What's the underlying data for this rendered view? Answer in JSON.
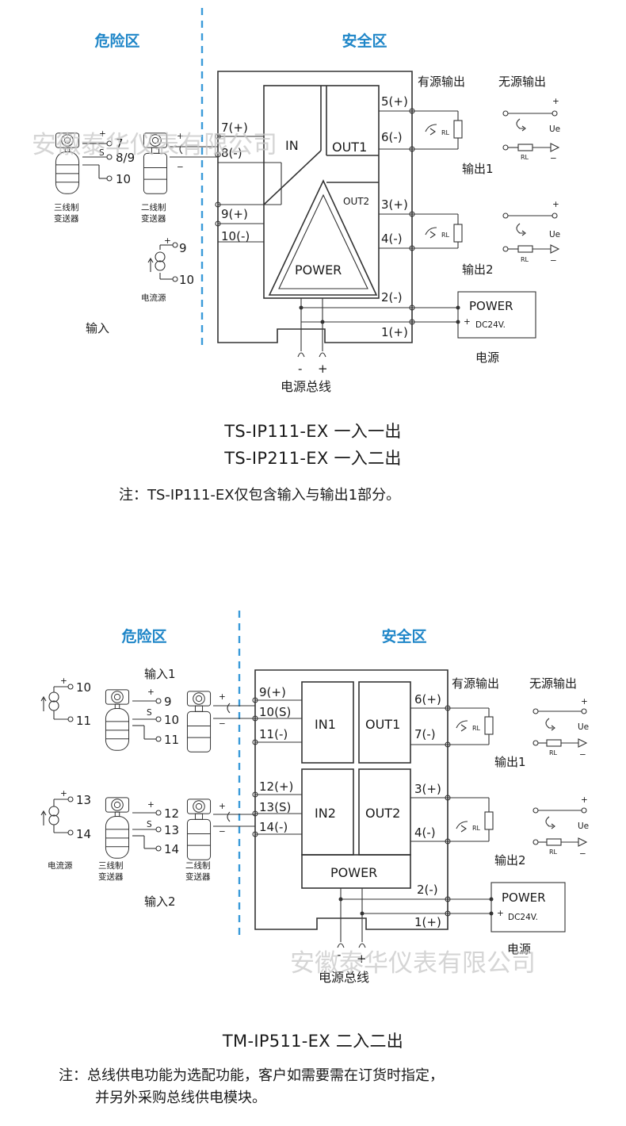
{
  "diagram1": {
    "hazard_zone": "危险区",
    "safe_zone": "安全区",
    "left": {
      "plus1": "+",
      "s": "S",
      "t7": "7",
      "t89": "8/9",
      "t10": "10",
      "three_wire": [
        "三线制",
        "变送器"
      ],
      "two_wire": [
        "二线制",
        "变送器"
      ],
      "tx_plus": "+",
      "tx_minus": "−",
      "cs_plus": "+",
      "cs9": "9",
      "cs10": "10",
      "current_source": "电流源",
      "input": "输入"
    },
    "terminals_in": [
      "7(+)",
      "8(-)",
      "9(+)",
      "10(-)"
    ],
    "blocks": {
      "in": "IN",
      "out1": "OUT1",
      "out2": "OUT2",
      "power": "POWER"
    },
    "terminals_out": [
      "5(+)",
      "6(-)",
      "3(+)",
      "4(-)",
      "2(-)",
      "1(+)"
    ],
    "active_output": "有源输出",
    "passive_output": "无源输出",
    "rl": "RL",
    "ue": "Ue",
    "plus": "+",
    "minus": "−",
    "output1": "输出1",
    "output2": "输出2",
    "psu_power": "POWER",
    "psu_dc": "DC24V.",
    "psu_plus": "+",
    "power_supply": "电源",
    "bus_minus": "-",
    "bus_plus": "+",
    "power_bus": "电源总线"
  },
  "watermark": "安徽泰华仪表有限公司",
  "model1_line1": "TS-IP111-EX 一入一出",
  "model1_line2": "TS-IP211-EX 一入二出",
  "note1": "注：TS-IP111-EX仅包含输入与输出1部分。",
  "diagram2": {
    "hazard_zone": "危险区",
    "safe_zone": "安全区",
    "input1": "输入1",
    "input2": "输入2",
    "left1": {
      "cs_plus": "+",
      "cs10": "10",
      "cs11": "11",
      "t9": "9",
      "s": "S",
      "t10": "10",
      "t11": "11",
      "plus": "+"
    },
    "left2": {
      "cs_plus": "+",
      "cs13": "13",
      "cs14": "14",
      "t12": "12",
      "s": "S",
      "t13": "13",
      "t14": "14",
      "plus": "+"
    },
    "current_source": "电流源",
    "three_wire": [
      "三线制",
      "变送器"
    ],
    "two_wire": [
      "二线制",
      "变送器"
    ],
    "tx_plus": "+",
    "tx_minus": "−",
    "terminals_in": [
      "9(+)",
      "10(S)",
      "11(-)",
      "12(+)",
      "13(S)",
      "14(-)"
    ],
    "blocks": {
      "in1": "IN1",
      "out1": "OUT1",
      "in2": "IN2",
      "out2": "OUT2",
      "power": "POWER"
    },
    "terminals_out": [
      "6(+)",
      "7(-)",
      "3(+)",
      "4(-)",
      "2(-)",
      "1(+)"
    ],
    "active_output": "有源输出",
    "passive_output": "无源输出",
    "rl": "RL",
    "ue": "Ue",
    "plus": "+",
    "minus": "−",
    "output1": "输出1",
    "output2": "输出2",
    "psu_power": "POWER",
    "psu_dc": "DC24V.",
    "psu_plus": "+",
    "power_supply": "电源",
    "bus_minus": "-",
    "bus_plus": "+",
    "power_bus": "电源总线"
  },
  "model2": "TM-IP511-EX 二入二出",
  "note2_line1": "注：总线供电功能为选配功能，客户如需要需在订货时指定，",
  "note2_line2": "并另外采购总线供电模块。",
  "colors": {
    "zone_title": "#1f86c8",
    "divider": "#3a9bd9",
    "line": "#333333",
    "watermark": "#c8c8c8"
  }
}
